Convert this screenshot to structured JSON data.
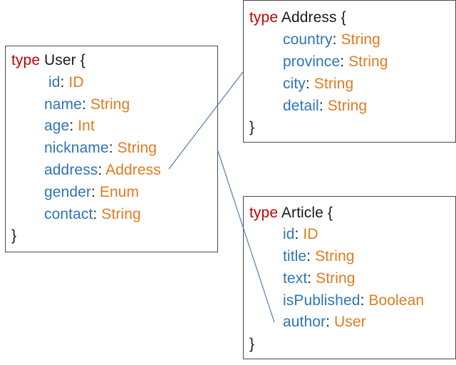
{
  "types": [
    {
      "id": "user",
      "keyword": "type",
      "name": "User",
      "open": "{",
      "close": "}",
      "fields": [
        {
          "name": "id",
          "type": "ID"
        },
        {
          "name": "name",
          "type": "String"
        },
        {
          "name": "age",
          "type": "Int"
        },
        {
          "name": "nickname",
          "type": "String"
        },
        {
          "name": "address",
          "type": "Address"
        },
        {
          "name": "gender",
          "type": "Enum"
        },
        {
          "name": "contact",
          "type": "String"
        }
      ]
    },
    {
      "id": "address",
      "keyword": "type",
      "name": "Address",
      "open": "{",
      "close": "}",
      "fields": [
        {
          "name": "country",
          "type": "String"
        },
        {
          "name": "province",
          "type": "String"
        },
        {
          "name": "city",
          "type": "String"
        },
        {
          "name": "detail",
          "type": "String"
        }
      ]
    },
    {
      "id": "article",
      "keyword": "type",
      "name": "Article",
      "open": "{",
      "close": "}",
      "fields": [
        {
          "name": "id",
          "type": "ID"
        },
        {
          "name": "title",
          "type": "String"
        },
        {
          "name": "text",
          "type": "String"
        },
        {
          "name": "isPublished",
          "type": "Boolean"
        },
        {
          "name": "author",
          "type": "User"
        }
      ]
    }
  ],
  "colors": {
    "keyword": "#c00000",
    "field_name": "#2e74b5",
    "field_type": "#e07b1f",
    "connector": "#4f7fb8",
    "border": "#4a4a4a"
  }
}
